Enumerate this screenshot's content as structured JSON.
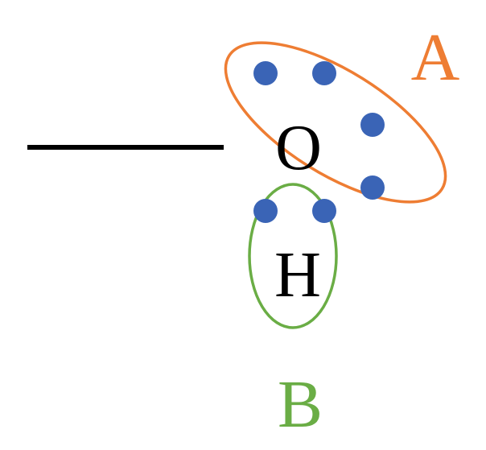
{
  "atoms": {
    "oxygen": "O",
    "hydrogen": "H"
  },
  "labels": {
    "a": "A",
    "b": "B"
  },
  "colors": {
    "bond": "#000000",
    "electron": "#3a64b6",
    "region_a": "#ee7d33",
    "region_b": "#6aad45"
  }
}
